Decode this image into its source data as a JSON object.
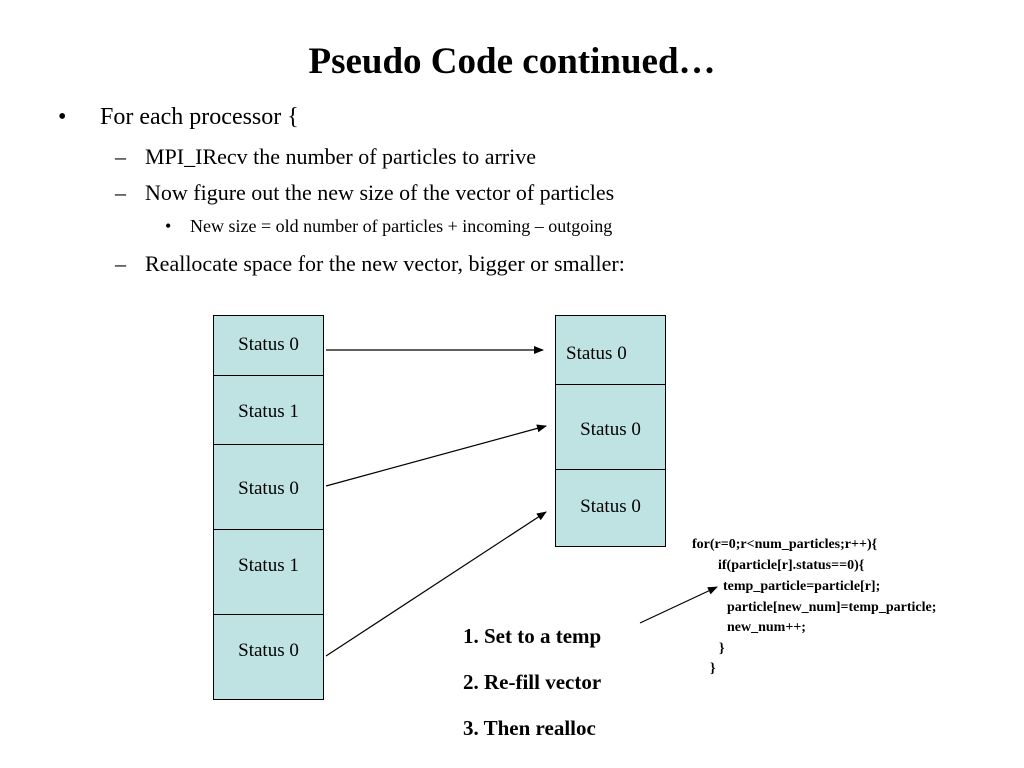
{
  "title": "Pseudo Code continued…",
  "bullets": {
    "b1": {
      "marker": "•",
      "text": "For each processor {"
    },
    "b2": {
      "marker": "–",
      "text": "MPI_IRecv the number of particles to arrive"
    },
    "b3": {
      "marker": "–",
      "text": "Now figure out the new size of the vector of particles"
    },
    "b4": {
      "marker": "•",
      "text": "New size = old number of particles + incoming – outgoing"
    },
    "b5": {
      "marker": "–",
      "text": "Reallocate space for the new vector, bigger or smaller:"
    }
  },
  "left_vector": [
    "Status 0",
    "Status 1",
    "Status 0",
    "Status 1",
    "Status 0"
  ],
  "right_vector": [
    "Status 0",
    "Status 0",
    "Status 0"
  ],
  "steps": [
    "1. Set to a temp",
    "2. Re-fill vector",
    "3. Then realloc"
  ],
  "code": [
    "for(r=0;r<num_particles;r++){",
    "if(particle[r].status==0){",
    "temp_particle=particle[r];",
    "particle[new_num]=temp_particle;",
    "new_num++;",
    "}",
    "}"
  ],
  "colors": {
    "cell_fill": "#bfe3e3",
    "line": "#000000"
  }
}
